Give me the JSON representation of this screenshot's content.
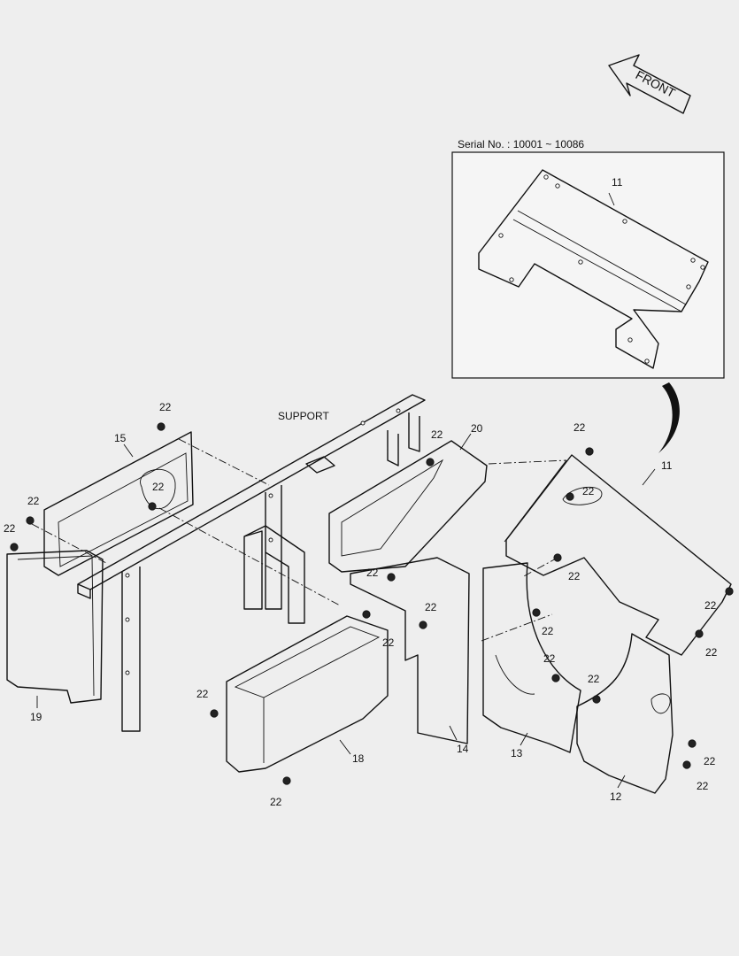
{
  "front_label": "FRONT",
  "inset": {
    "serial": "Serial No. : 10001 ~ 10086",
    "part_label": "11"
  },
  "support_label": "SUPPORT",
  "callouts": {
    "p11": "11",
    "p12": "12",
    "p13": "13",
    "p14": "14",
    "p15": "15",
    "p18": "18",
    "p19": "19",
    "p20": "20",
    "bolt": "22"
  }
}
